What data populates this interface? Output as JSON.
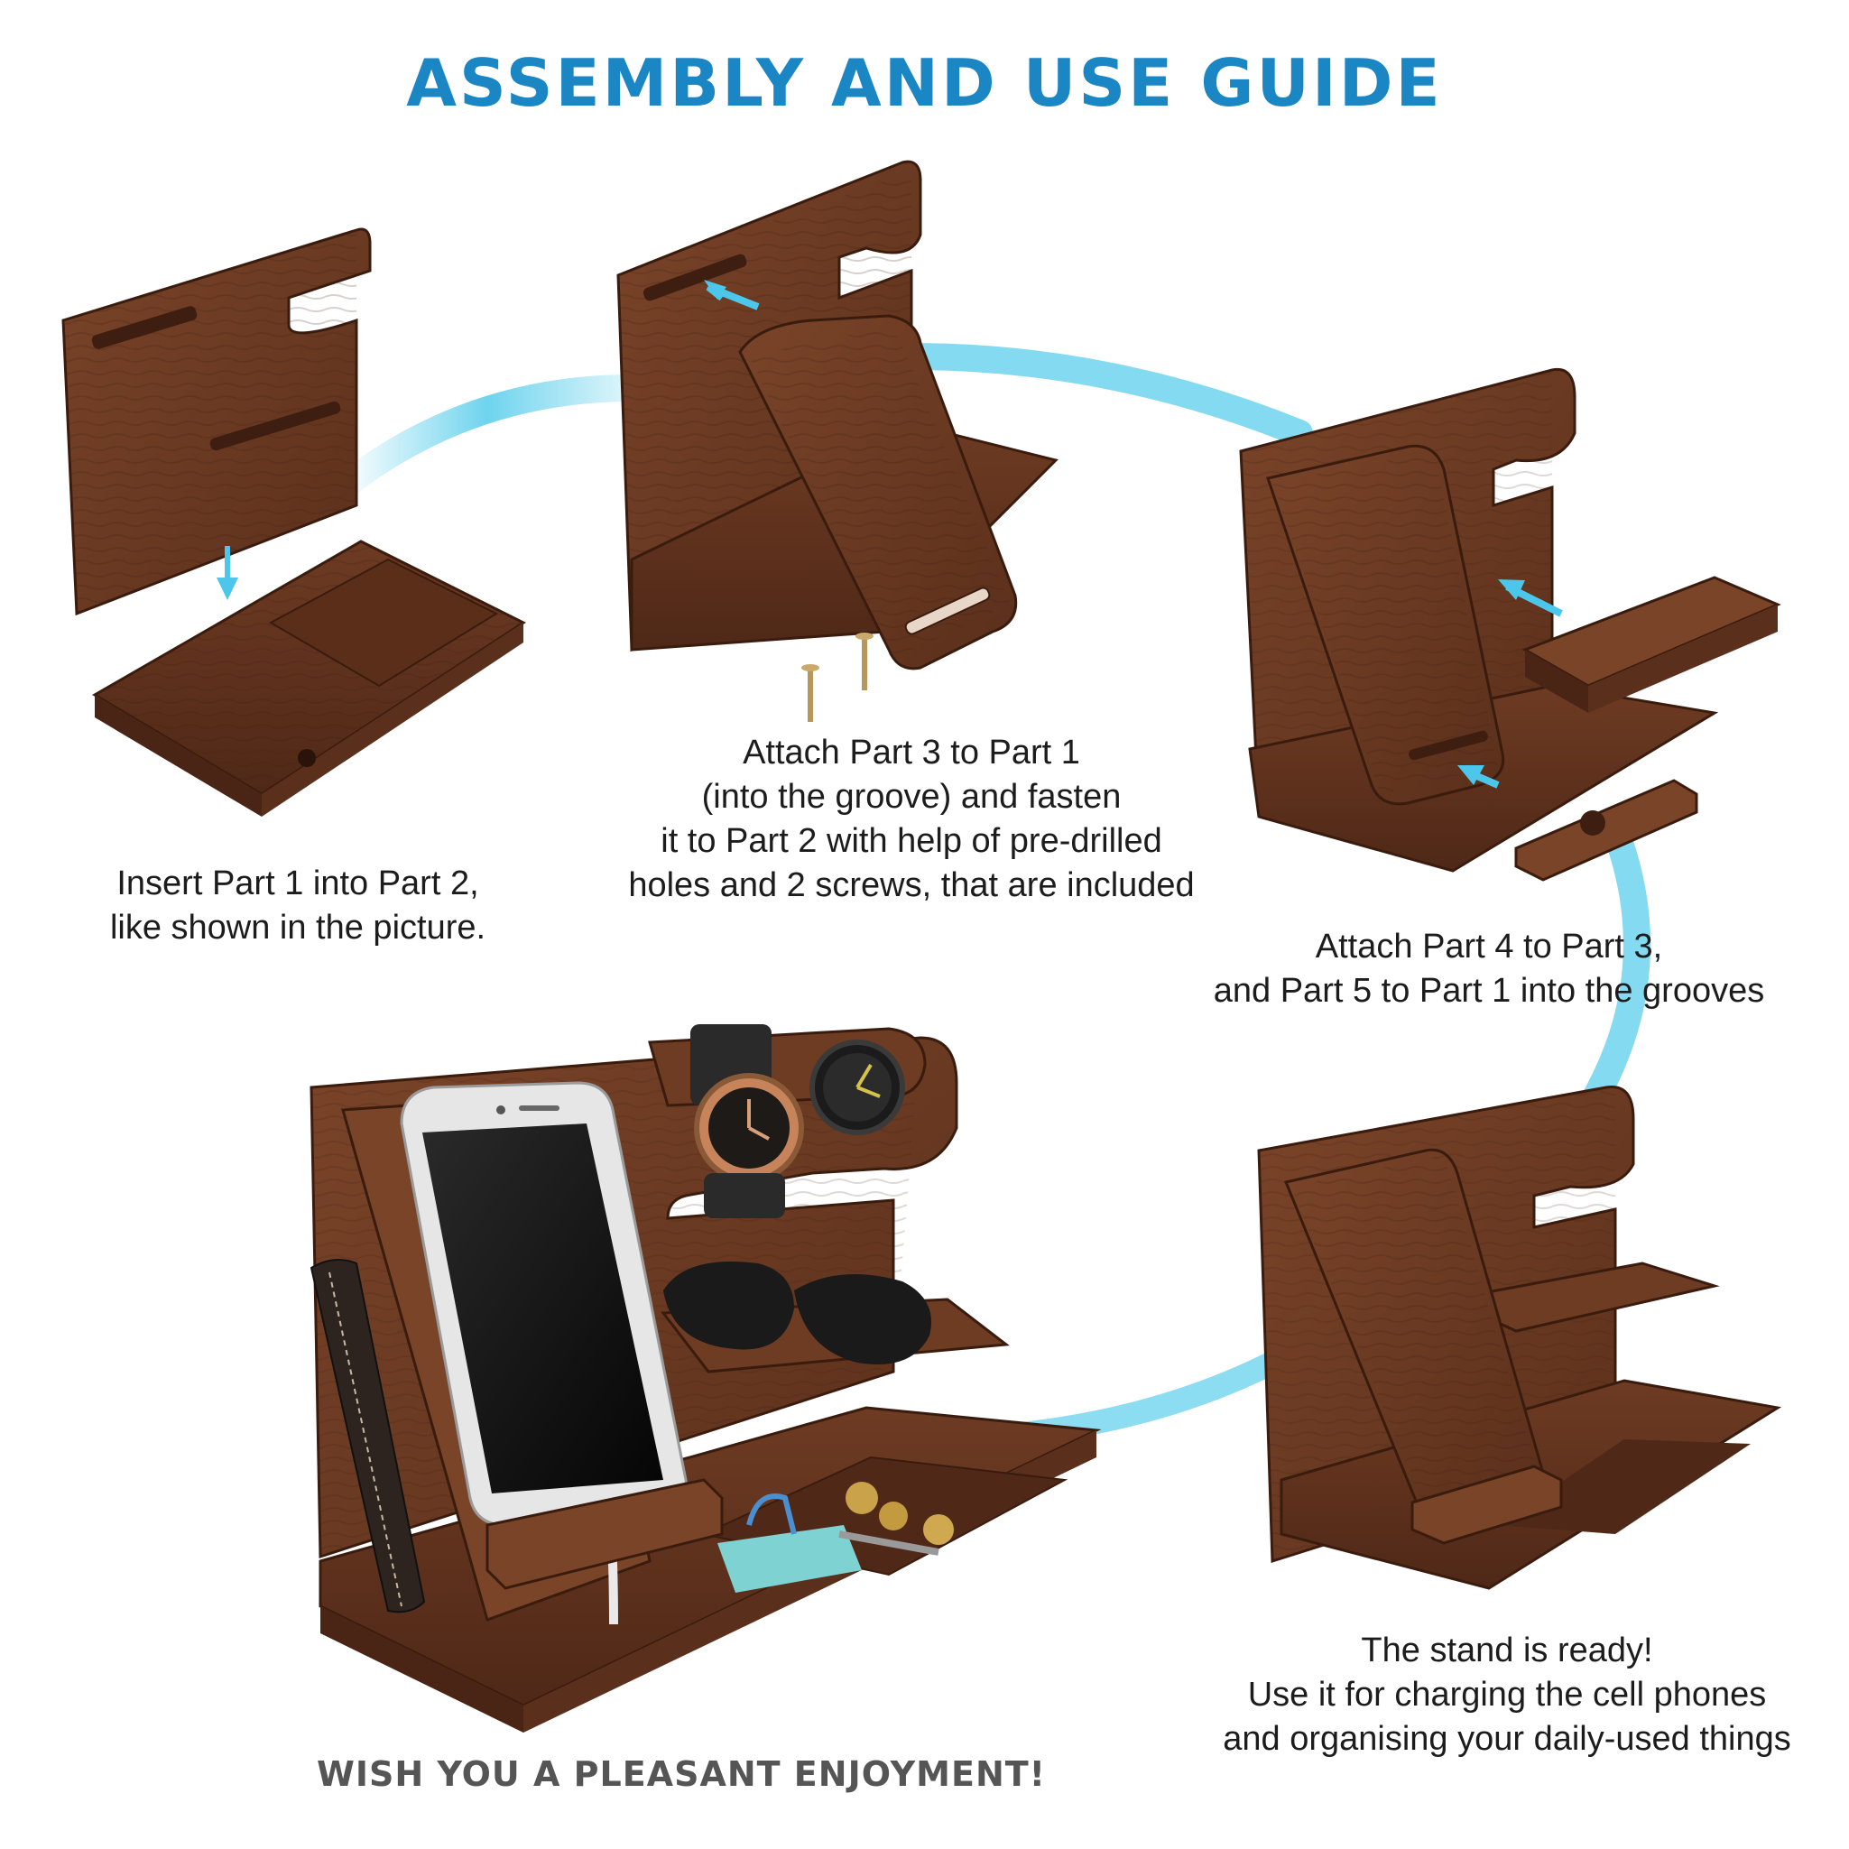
{
  "title": "ASSEMBLY AND USE GUIDE",
  "footer": "WISH YOU A PLEASANT ENJOYMENT!",
  "steps": [
    {
      "lines": [
        "Insert Part 1 into Part 2,",
        "like shown in the picture."
      ]
    },
    {
      "lines": [
        "Attach Part 3 to Part 1",
        "(into the groove) and fasten",
        "it to Part 2 with help of pre-drilled",
        "holes and 2 screws, that are included"
      ]
    },
    {
      "lines": [
        "Attach Part 4 to Part 3,",
        "and Part 5 to Part 1 into the grooves"
      ]
    },
    {
      "lines": [
        "The stand is ready!",
        "Use it for charging the cell phones",
        "and organising your daily-used things"
      ]
    }
  ],
  "colors": {
    "title": "#1b86c4",
    "footer": "#555555",
    "arrow": "#6fd4ee",
    "wood": "#6a3a22",
    "wood_dark": "#4a2515",
    "wood_light": "#8a5233"
  }
}
